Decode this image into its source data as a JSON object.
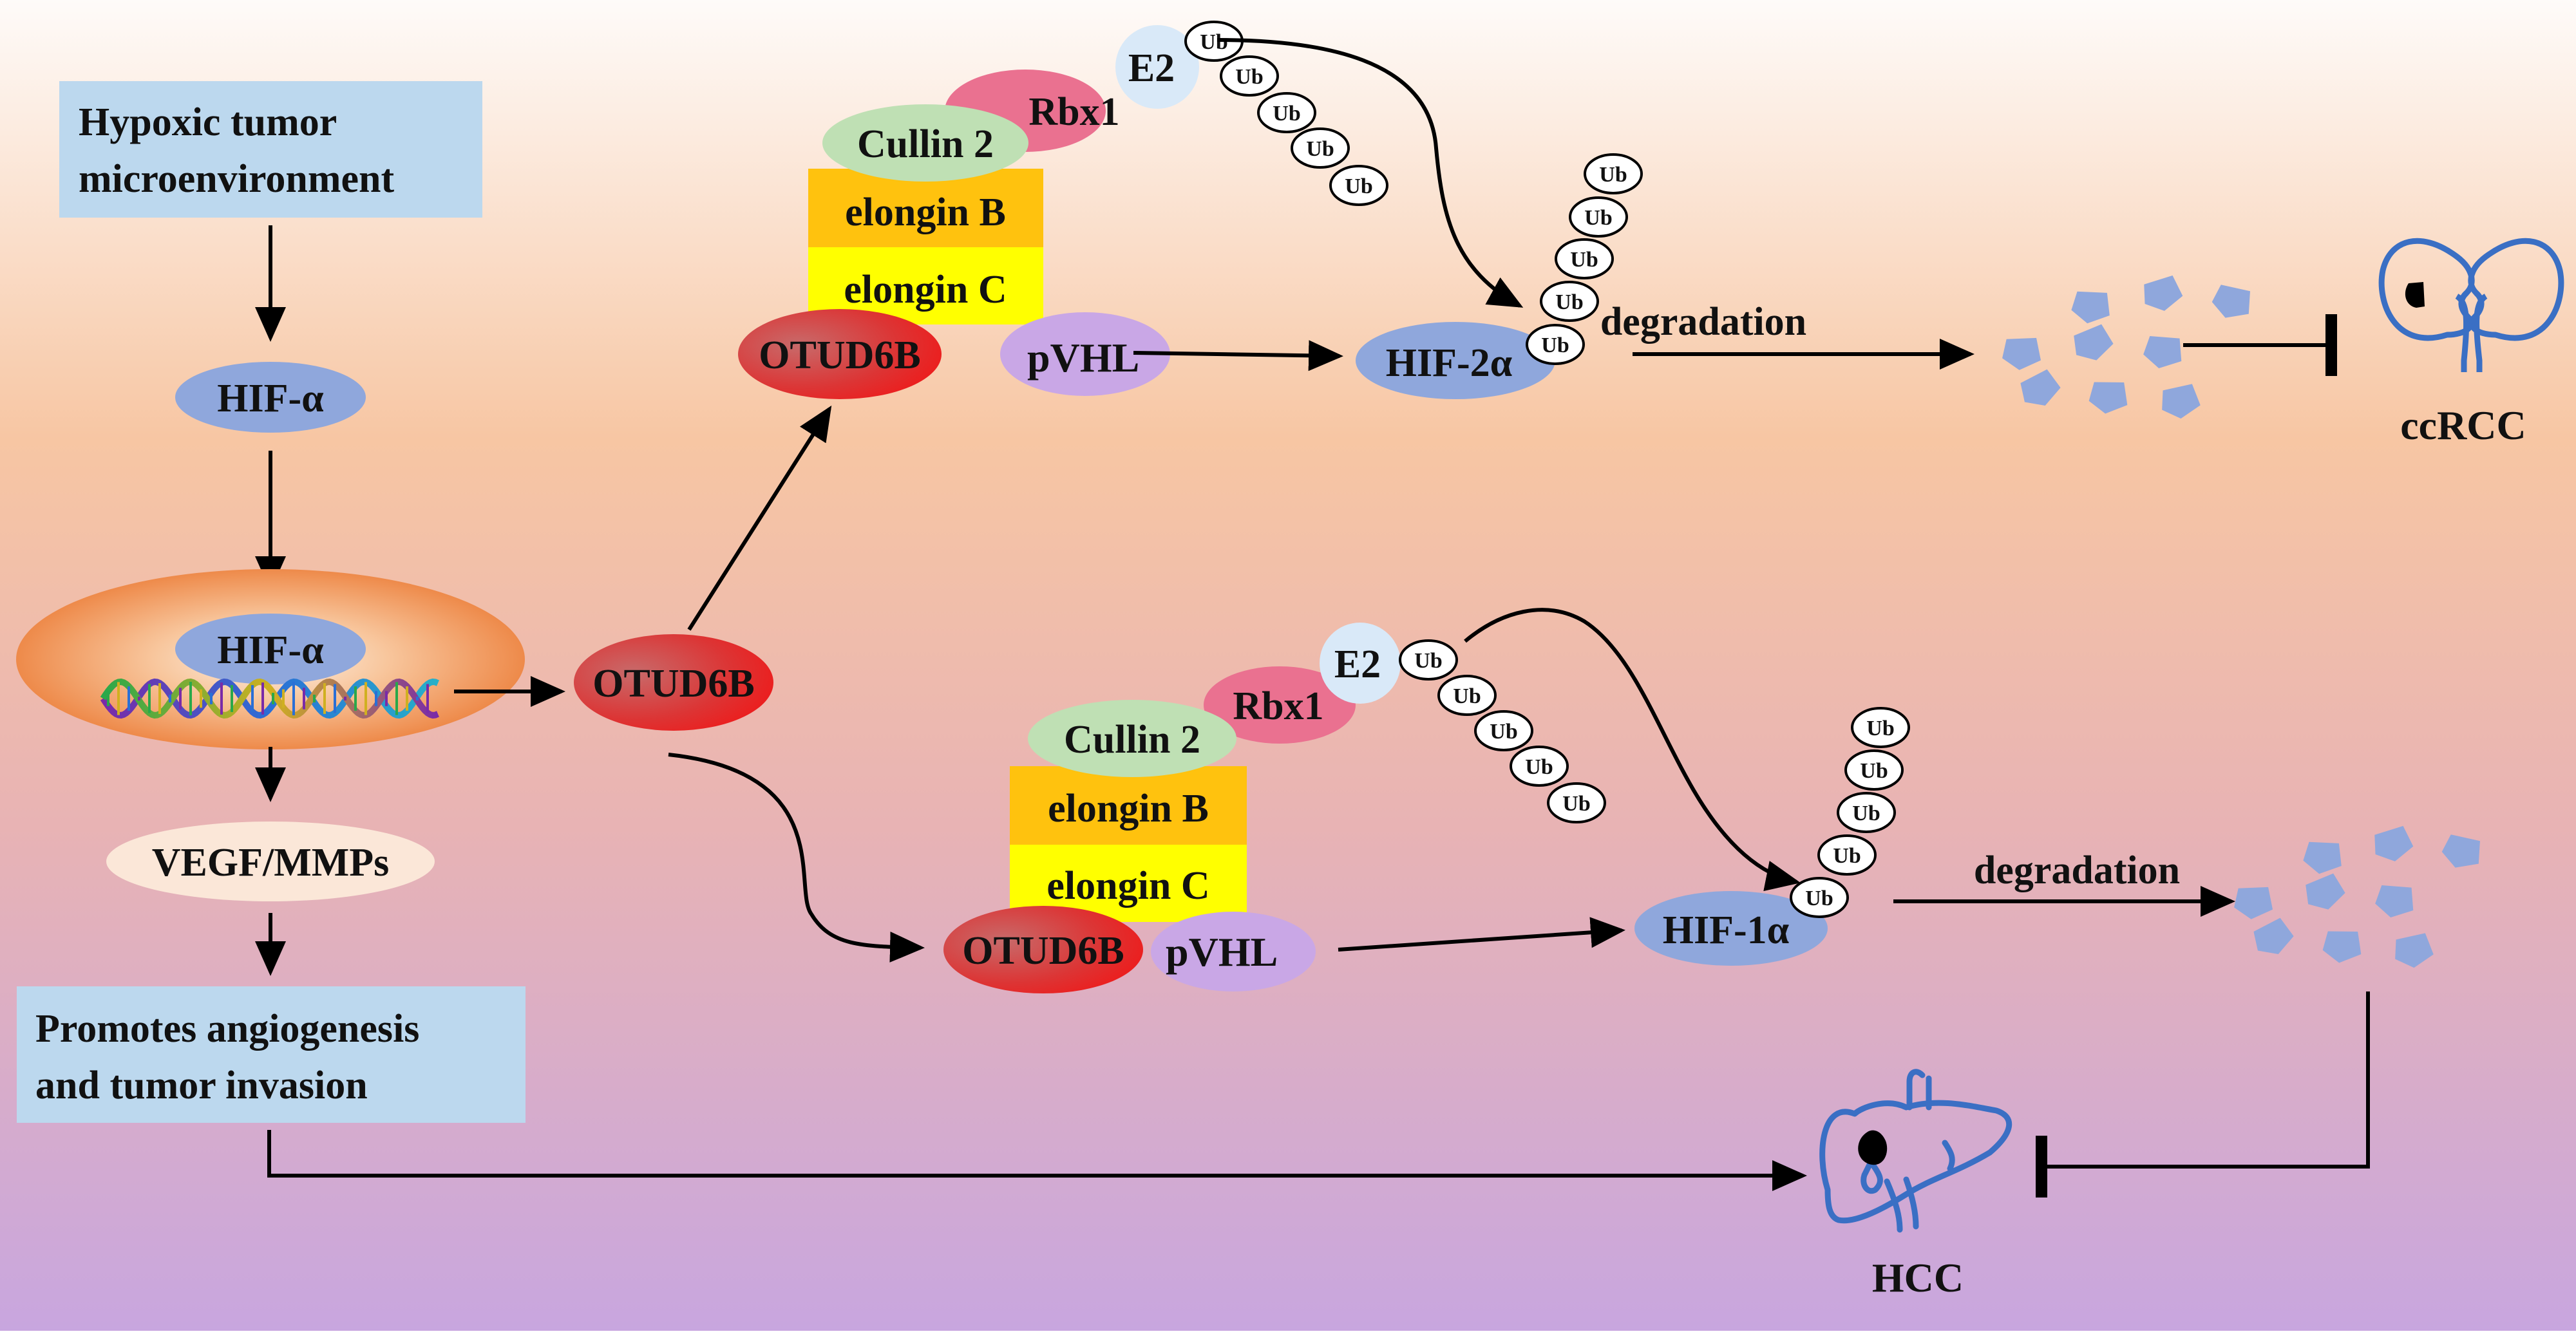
{
  "colors": {
    "background_top": "#fefaf8",
    "background_mid": "#f6c7a6",
    "background_bottom": "#c9a8de",
    "blue_box": "#bcd8ee",
    "hif": "#8fa7dc",
    "otud6b": "#e23a3a",
    "pvhl": "#c9a7e6",
    "cullin": "#bfe0b4",
    "rbx1": "#ea7190",
    "e2": "#d9e9f8",
    "elongin_b": "#ffc20e",
    "elongin_c": "#ffff00",
    "organ_outline": "#3a6fc4"
  },
  "labels": {
    "hypoxic_line1": "Hypoxic tumor",
    "hypoxic_line2": "microenvironment",
    "hif_alpha": "HIF-α",
    "vegf": "VEGF/MMPs",
    "promotes_line1": "Promotes angiogenesis",
    "promotes_line2": "and tumor invasion",
    "otud6b": "OTUD6B",
    "cullin2": "Cullin 2",
    "rbx1": "Rbx1",
    "e2": "E2",
    "elongin_b": "elongin B",
    "elongin_c": "elongin C",
    "pvhl": "pVHL",
    "ub": "Ub",
    "hif2a": "HIF-2α",
    "hif1a": "HIF-1α",
    "degradation": "degradation",
    "ccrcc": "ccRCC",
    "hcc": "HCC"
  }
}
